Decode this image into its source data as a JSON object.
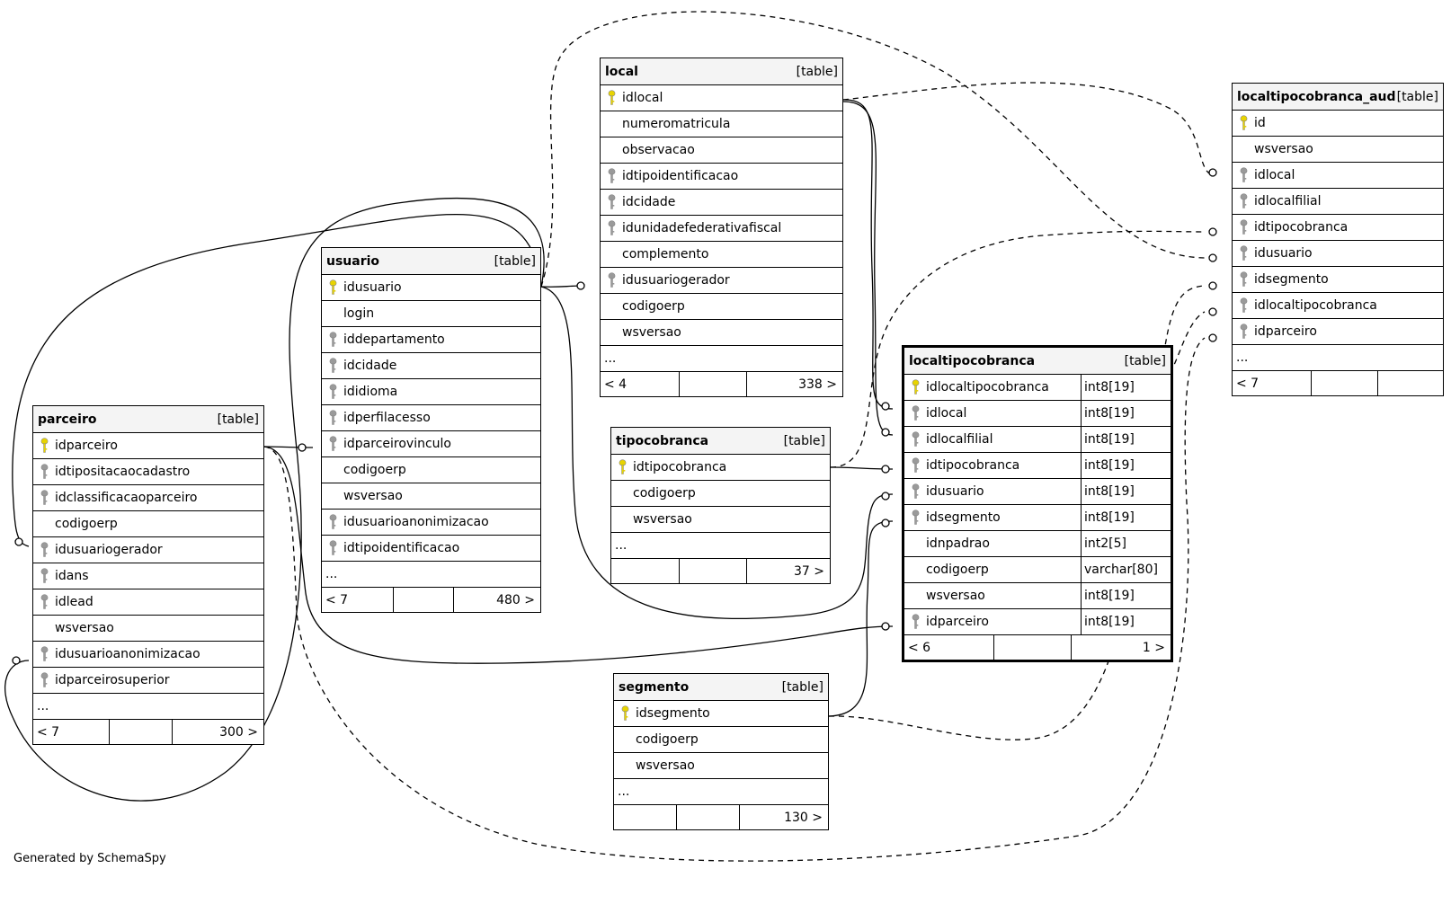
{
  "footer_text": "Generated by SchemaSpy",
  "table_tag": "[table]",
  "tables": {
    "local": {
      "name": "local",
      "columns": [
        {
          "name": "idlocal",
          "key": "pk"
        },
        {
          "name": "numeromatricula",
          "key": ""
        },
        {
          "name": "observacao",
          "key": ""
        },
        {
          "name": "idtipoidentificacao",
          "key": "fk"
        },
        {
          "name": "idcidade",
          "key": "fk"
        },
        {
          "name": "idunidadefederativafiscal",
          "key": "fk"
        },
        {
          "name": "complemento",
          "key": ""
        },
        {
          "name": "idusuariogerador",
          "key": "fk"
        },
        {
          "name": "codigoerp",
          "key": ""
        },
        {
          "name": "wsversao",
          "key": ""
        }
      ],
      "more": "...",
      "footer": {
        "parents": "< 4",
        "middle": "",
        "children": "338 >"
      }
    },
    "usuario": {
      "name": "usuario",
      "columns": [
        {
          "name": "idusuario",
          "key": "pk"
        },
        {
          "name": "login",
          "key": ""
        },
        {
          "name": "iddepartamento",
          "key": "fk"
        },
        {
          "name": "idcidade",
          "key": "fk"
        },
        {
          "name": "ididioma",
          "key": "fk"
        },
        {
          "name": "idperfilacesso",
          "key": "fk"
        },
        {
          "name": "idparceirovinculo",
          "key": "fk"
        },
        {
          "name": "codigoerp",
          "key": ""
        },
        {
          "name": "wsversao",
          "key": ""
        },
        {
          "name": "idusuarioanonimizacao",
          "key": "fk"
        },
        {
          "name": "idtipoidentificacao",
          "key": "fk"
        }
      ],
      "more": "...",
      "footer": {
        "parents": "< 7",
        "middle": "",
        "children": "480 >"
      }
    },
    "parceiro": {
      "name": "parceiro",
      "columns": [
        {
          "name": "idparceiro",
          "key": "pk"
        },
        {
          "name": "idtipositacaocadastro",
          "key": "fk"
        },
        {
          "name": "idclassificacaoparceiro",
          "key": "fk"
        },
        {
          "name": "codigoerp",
          "key": ""
        },
        {
          "name": "idusuariogerador",
          "key": "fk"
        },
        {
          "name": "idans",
          "key": "fk"
        },
        {
          "name": "idlead",
          "key": "fk"
        },
        {
          "name": "wsversao",
          "key": ""
        },
        {
          "name": "idusuarioanonimizacao",
          "key": "fk"
        },
        {
          "name": "idparceirosuperior",
          "key": "fk"
        }
      ],
      "more": "...",
      "footer": {
        "parents": "< 7",
        "middle": "",
        "children": "300 >"
      }
    },
    "tipocobranca": {
      "name": "tipocobranca",
      "columns": [
        {
          "name": "idtipocobranca",
          "key": "pk"
        },
        {
          "name": "codigoerp",
          "key": ""
        },
        {
          "name": "wsversao",
          "key": ""
        }
      ],
      "more": "...",
      "footer": {
        "parents": "",
        "middle": "",
        "children": "37 >"
      }
    },
    "segmento": {
      "name": "segmento",
      "columns": [
        {
          "name": "idsegmento",
          "key": "pk"
        },
        {
          "name": "codigoerp",
          "key": ""
        },
        {
          "name": "wsversao",
          "key": ""
        }
      ],
      "more": "...",
      "footer": {
        "parents": "",
        "middle": "",
        "children": "130 >"
      }
    },
    "localtipocobranca": {
      "name": "localtipocobranca",
      "columns": [
        {
          "name": "idlocaltipocobranca",
          "key": "pk",
          "type": "int8[19]"
        },
        {
          "name": "idlocal",
          "key": "fk",
          "type": "int8[19]"
        },
        {
          "name": "idlocalfilial",
          "key": "fk",
          "type": "int8[19]"
        },
        {
          "name": "idtipocobranca",
          "key": "fk",
          "type": "int8[19]"
        },
        {
          "name": "idusuario",
          "key": "fk",
          "type": "int8[19]"
        },
        {
          "name": "idsegmento",
          "key": "fk",
          "type": "int8[19]"
        },
        {
          "name": "idnpadrao",
          "key": "",
          "type": "int2[5]"
        },
        {
          "name": "codigoerp",
          "key": "",
          "type": "varchar[80]"
        },
        {
          "name": "wsversao",
          "key": "",
          "type": "int8[19]"
        },
        {
          "name": "idparceiro",
          "key": "fk",
          "type": "int8[19]"
        }
      ],
      "more": "",
      "footer": {
        "parents": "< 6",
        "middle": "",
        "children": "1 >"
      }
    },
    "localtipocobranca_aud": {
      "name": "localtipocobranca_aud",
      "columns": [
        {
          "name": "id",
          "key": "pk"
        },
        {
          "name": "wsversao",
          "key": ""
        },
        {
          "name": "idlocal",
          "key": "fk"
        },
        {
          "name": "idlocalfilial",
          "key": "fk"
        },
        {
          "name": "idtipocobranca",
          "key": "fk"
        },
        {
          "name": "idusuario",
          "key": "fk"
        },
        {
          "name": "idsegmento",
          "key": "fk"
        },
        {
          "name": "idlocaltipocobranca",
          "key": "fk"
        },
        {
          "name": "idparceiro",
          "key": "fk"
        }
      ],
      "more": "...",
      "footer": {
        "parents": "< 7",
        "middle": "",
        "children": ""
      }
    }
  },
  "colors": {
    "pk_key": "#e8d400",
    "fk_key": "#9a9a9a",
    "header_bg": "#f4f4f4",
    "line": "#000000"
  }
}
